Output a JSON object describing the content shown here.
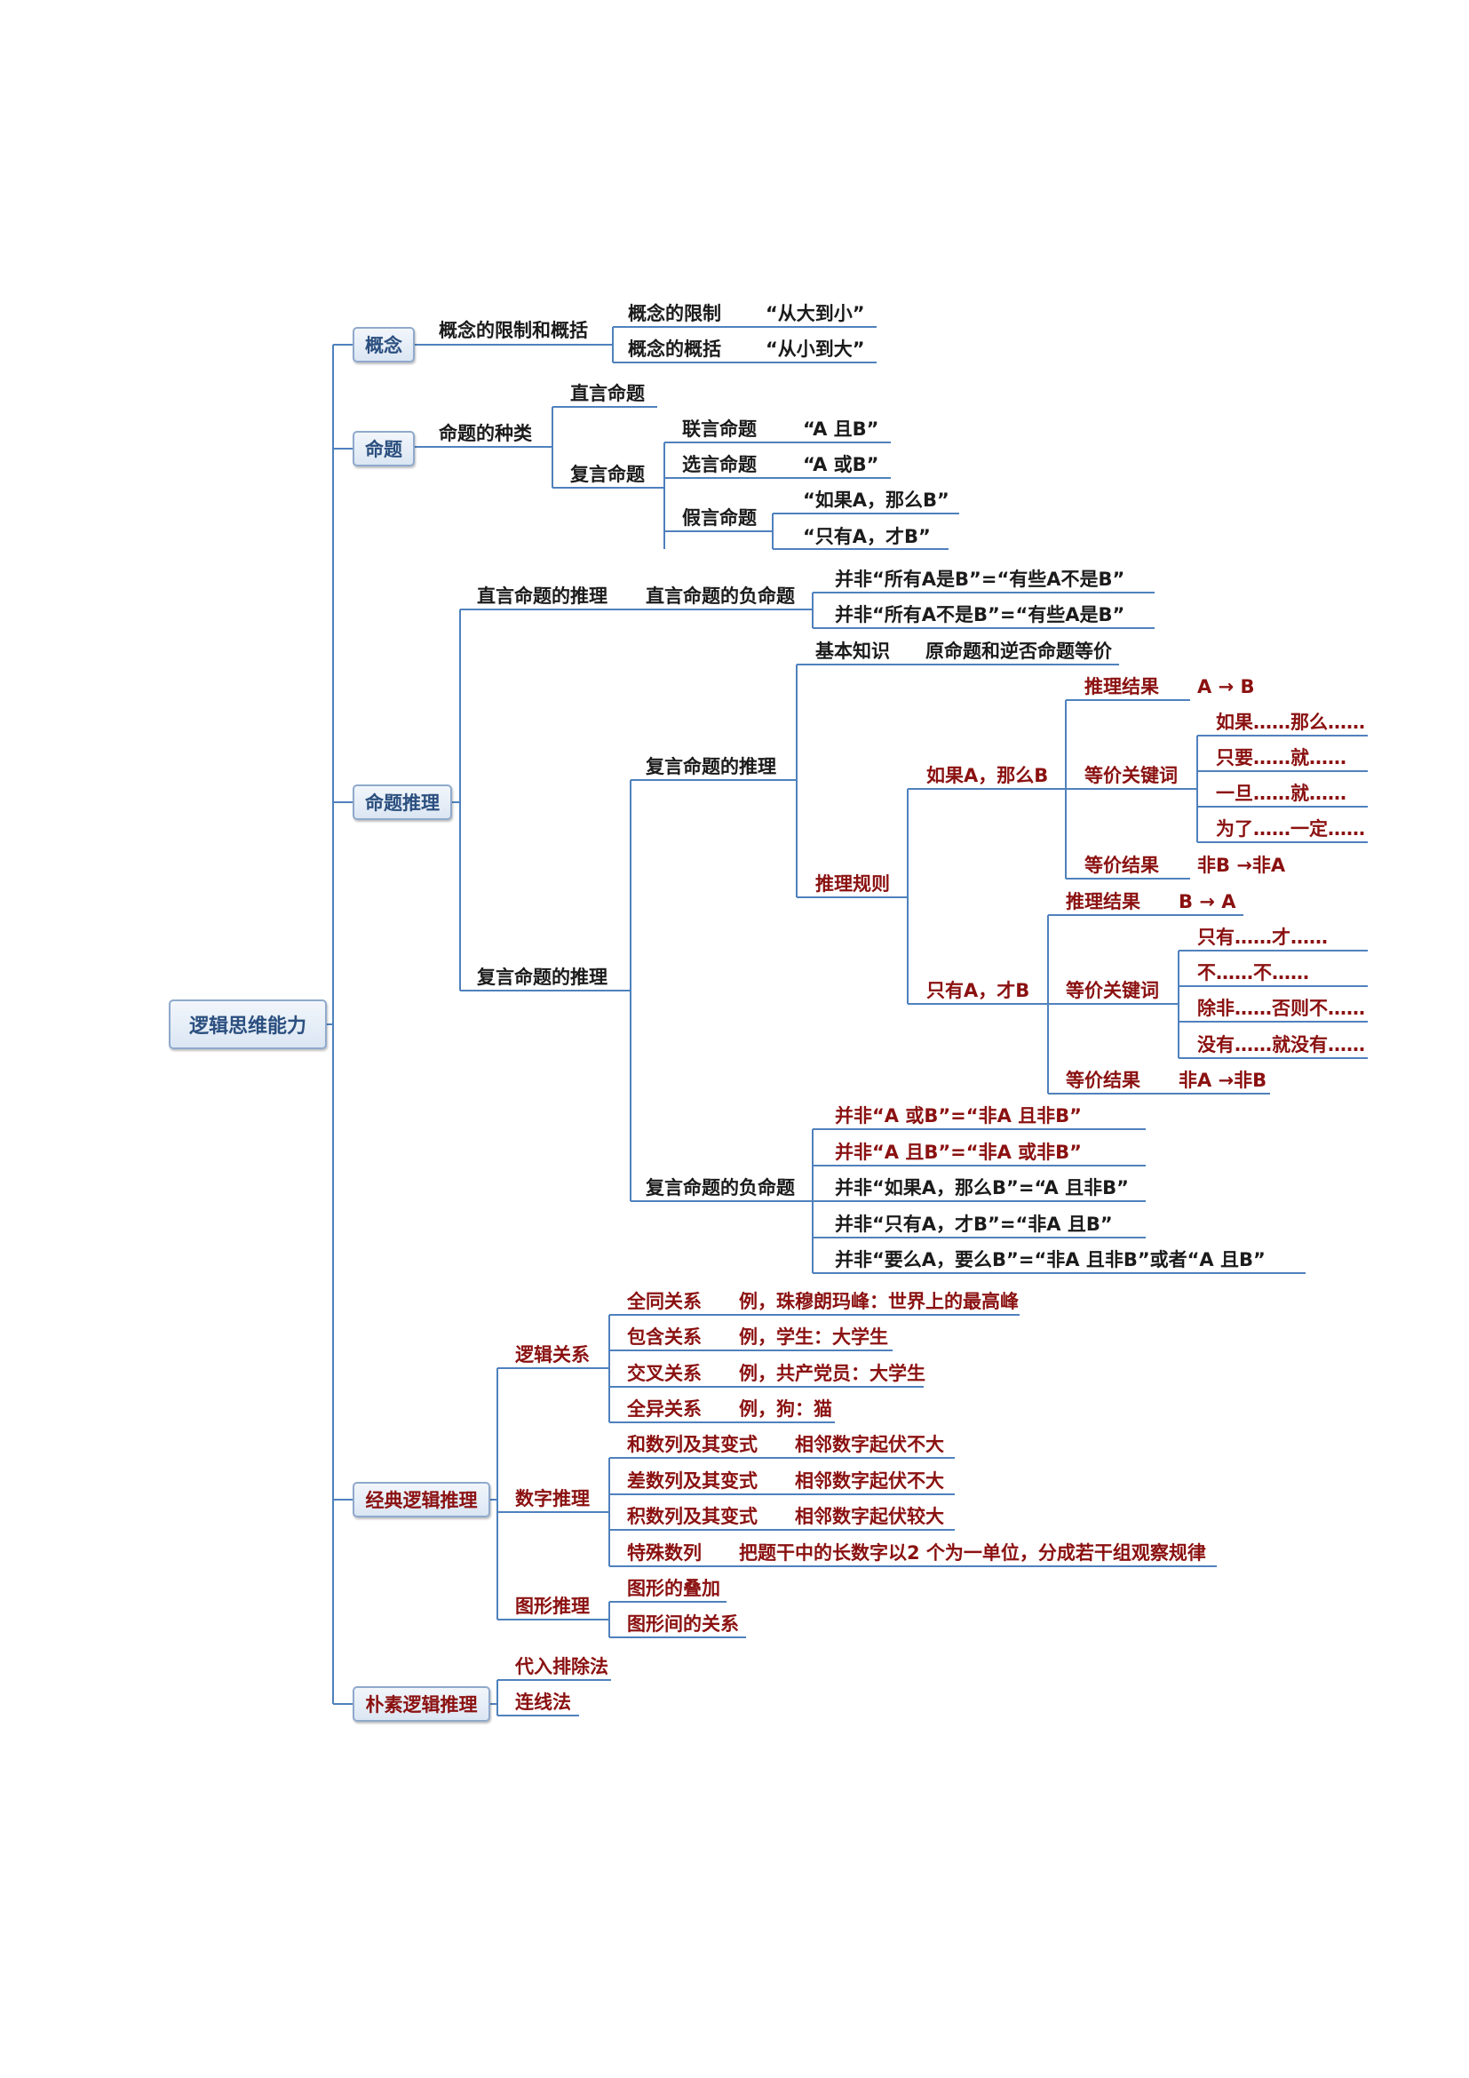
{
  "root": "逻辑思维能力",
  "b1": {
    "label": "概念",
    "n1": "概念的限制和概括",
    "n1a": "概念的限制",
    "n1a_v": "“从大到小”",
    "n1b": "概念的概括",
    "n1b_v": "“从小到大”"
  },
  "b2": {
    "label": "命题",
    "n1": "命题的种类",
    "n2": "直言命题",
    "n3": "复言命题",
    "lian": "联言命题",
    "lian_v": "“A 且B”",
    "xuan": "选言命题",
    "xuan_v": "“A 或B”",
    "jia": "假言命题",
    "jia_v1": "“如果A，那么B”",
    "jia_v2": "“只有A，才B”"
  },
  "b3": {
    "label": "命题推理",
    "zhiyan_tl": "直言命题的推理",
    "zhiyan_neg": "直言命题的负命题",
    "zhiyan_neg_v1": "并非“所有A是B”=“有些A不是B”",
    "zhiyan_neg_v2": "并非“所有A不是B”=“有些A是B”",
    "fuyan_tl": "复言命题的推理",
    "fuyan_tl2": "复言命题的推理",
    "basic": "基本知识",
    "basic_v": "原命题和逆否命题等价",
    "rule": "推理规则",
    "ruguo": "如果A，那么B",
    "ruguo_result": "推理结果",
    "ruguo_result_v": "A → B",
    "ruguo_kw": "等价关键词",
    "ruguo_kw_items": [
      "如果……那么……",
      "只要……就……",
      "一旦……就……",
      "为了……一定……"
    ],
    "ruguo_eq": "等价结果",
    "ruguo_eq_v": "非B →非A",
    "zhiyou": "只有A，才B",
    "zhiyou_result": "推理结果",
    "zhiyou_result_v": "B → A",
    "zhiyou_kw": "等价关键词",
    "zhiyou_kw_items": [
      "只有……才……",
      "不……不……",
      "除非……否则不……",
      "没有……就没有……"
    ],
    "zhiyou_eq": "等价结果",
    "zhiyou_eq_v": "非A →非B",
    "fuyan_neg": "复言命题的负命题",
    "fuyan_neg_items": [
      "并非“A 或B”=“非A 且非B”",
      "并非“A 且B”=“非A 或非B”",
      "并非“如果A，那么B”=“A 且非B”",
      "并非“只有A，才B”=“非A 且B”",
      "并非“要么A，要么B”=“非A 且非B”或者“A 且B”"
    ]
  },
  "b4": {
    "label": "经典逻辑推理",
    "luoji": "逻辑关系",
    "luoji_items": [
      {
        "k": "全同关系",
        "v": "例，珠穆朗玛峰：世界上的最高峰"
      },
      {
        "k": "包含关系",
        "v": "例，学生：大学生"
      },
      {
        "k": "交叉关系",
        "v": "例，共产党员：大学生"
      },
      {
        "k": "全异关系",
        "v": "例，狗：猫"
      }
    ],
    "shuzi": "数字推理",
    "shuzi_items": [
      {
        "k": "和数列及其变式",
        "v": "相邻数字起伏不大"
      },
      {
        "k": "差数列及其变式",
        "v": "相邻数字起伏不大"
      },
      {
        "k": "积数列及其变式",
        "v": "相邻数字起伏较大"
      },
      {
        "k": "特殊数列",
        "v": "把题干中的长数字以2 个为一单位，分成若干组观察规律"
      }
    ],
    "tuxing": "图形推理",
    "tuxing_items": [
      "图形的叠加",
      "图形间的关系"
    ]
  },
  "b5": {
    "label": "朴素逻辑推理",
    "items": [
      "代入排除法",
      "连线法"
    ]
  },
  "colors": {
    "line": "#4f81bd",
    "red_text": "#8b1111",
    "black_text": "#1b1b1b",
    "box_text": "#2b4f7f"
  }
}
